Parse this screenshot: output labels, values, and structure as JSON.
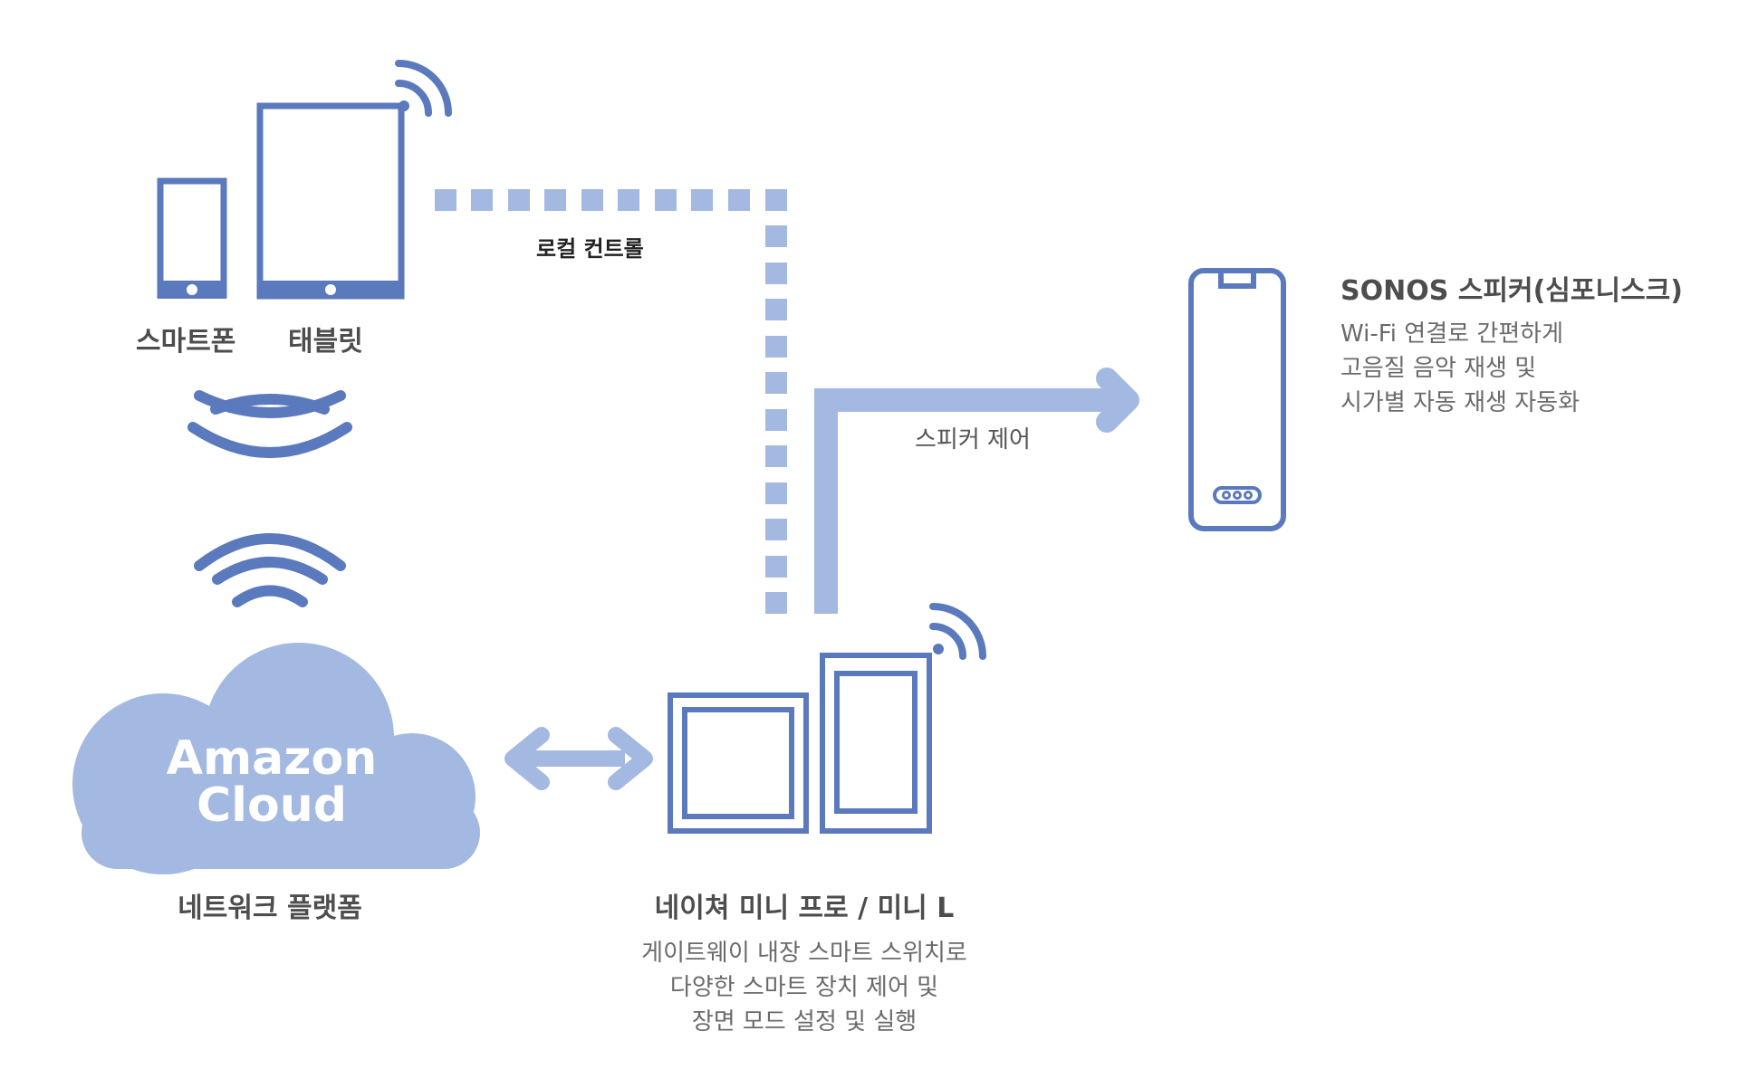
{
  "labels": {
    "smartphone": "스마트폰",
    "tablet": "태블릿",
    "local_control": "로컬 컨트롤",
    "speaker_control": "스피커 제어",
    "network_platform": "네트워크 플랫폼",
    "cloud_line1": "Amazon",
    "cloud_line2": "Cloud"
  },
  "nature_mini": {
    "title": "네이쳐 미니 프로 / 미니 L",
    "desc": [
      "게이트웨이 내장 스마트 스위치로",
      "다양한 스마트 장치 제어 및",
      "장면 모드 설정 및 실행"
    ]
  },
  "sonos": {
    "title": "SONOS 스피커(심포니스크)",
    "desc": [
      "Wi-Fi 연결로 간편하게",
      "고음질 음악 재생 및",
      "시가별 자동 재생 자동화"
    ]
  },
  "colors": {
    "device_blue": "#5b79bd",
    "light_blue": "#a3b9e1"
  },
  "icons": [
    "smartphone-icon",
    "tablet-icon",
    "wifi-icon",
    "cloud-icon",
    "switch-icon",
    "speaker-icon",
    "arrow-icon"
  ]
}
